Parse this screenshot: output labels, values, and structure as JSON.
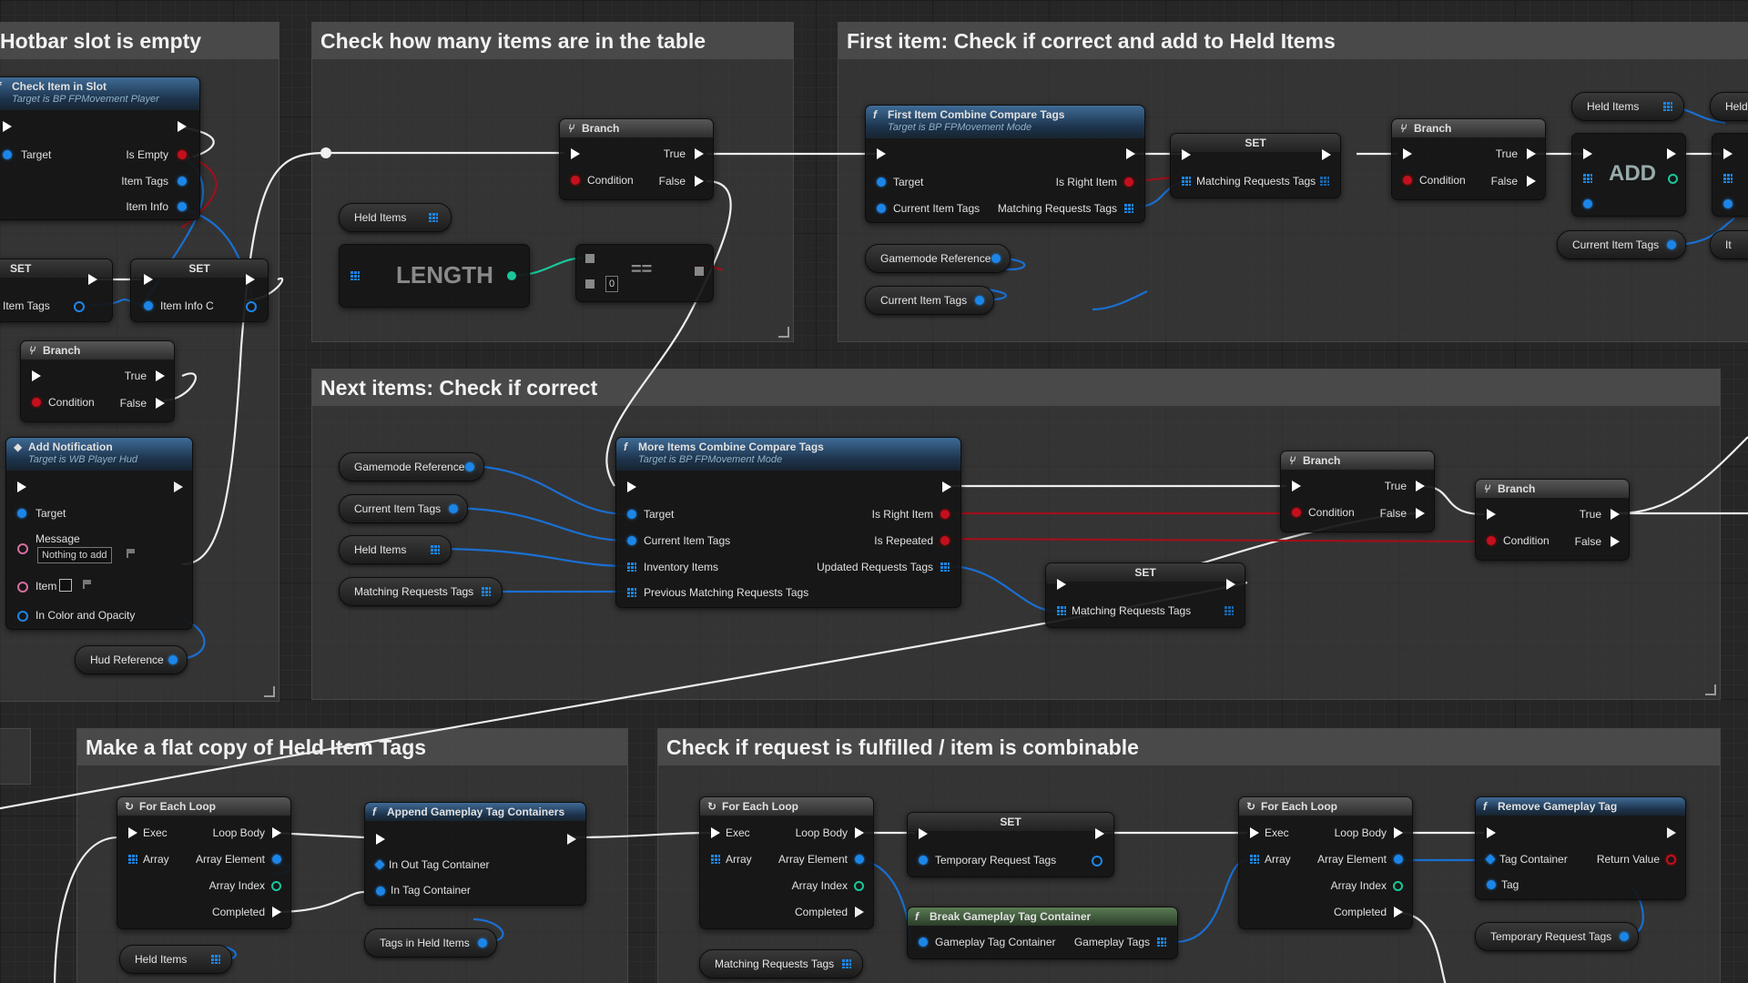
{
  "comments": {
    "hotbar": "Hotbar slot is empty",
    "count": "Check how many items are in the table",
    "first": "First item: Check if correct and add to Held Items",
    "next": "Next items: Check if correct",
    "flat": "Make a flat copy of Held Item Tags",
    "fulfilled": "Check if request is fulfilled / item is combinable"
  },
  "nodes": {
    "check_item_in_slot": {
      "title": "Check Item in Slot",
      "subtitle": "Target is BP FPMovement Player",
      "target": "Target",
      "is_empty": "Is Empty",
      "item_tags": "Item Tags",
      "item_info": "Item Info"
    },
    "set_a": {
      "title": "SET",
      "pin": "Item Tags"
    },
    "set_b": {
      "title": "SET",
      "pin": "Item Info C"
    },
    "branch_left": {
      "title": "Branch",
      "condition": "Condition",
      "true": "True",
      "false": "False"
    },
    "add_notification": {
      "title": "Add Notification",
      "subtitle": "Target is WB Player Hud",
      "target": "Target",
      "message": "Message",
      "message_value": "Nothing to add",
      "item": "Item",
      "color": "In Color and Opacity"
    },
    "hud_reference": "Hud Reference",
    "branch_top": {
      "title": "Branch",
      "condition": "Condition",
      "true": "True",
      "false": "False"
    },
    "held_items_var": "Held Items",
    "length": "LENGTH",
    "equals": {
      "op": "==",
      "value": "0"
    },
    "first_compare": {
      "title": "First Item Combine Compare Tags",
      "subtitle": "Target is BP FPMovement Mode",
      "target": "Target",
      "current_item_tags": "Current Item Tags",
      "is_right_item": "Is Right Item",
      "matching": "Matching Requests Tags"
    },
    "gamemode_ref_top": "Gamemode Reference",
    "current_item_tags_top": "Current Item Tags",
    "set_matching_top": {
      "title": "SET",
      "pin": "Matching Requests Tags"
    },
    "branch_top_right": {
      "title": "Branch",
      "condition": "Condition",
      "true": "True",
      "false": "False"
    },
    "add": {
      "op": "ADD"
    },
    "held_items_top_right": "Held Items",
    "held_cut": "Held",
    "current_item_tags_right": "Current Item Tags",
    "right_cut": "It",
    "more_compare": {
      "title": "More Items Combine Compare Tags",
      "subtitle": "Target is BP FPMovement Mode",
      "target": "Target",
      "current_item_tags": "Current Item Tags",
      "inventory_items": "Inventory Items",
      "prev_matching": "Previous Matching Requests Tags",
      "is_right_item": "Is Right Item",
      "is_repeated": "Is Repeated",
      "updated": "Updated Requests Tags"
    },
    "vars_next": [
      "Gamemode Reference",
      "Current Item Tags",
      "Held Items",
      "Matching Requests Tags"
    ],
    "set_matching_mid": {
      "title": "SET",
      "pin": "Matching Requests Tags"
    },
    "branch_mid1": {
      "title": "Branch",
      "condition": "Condition",
      "true": "True",
      "false": "False"
    },
    "branch_mid2": {
      "title": "Branch",
      "condition": "Condition",
      "true": "True",
      "false": "False"
    },
    "foreach1": {
      "title": "For Each Loop",
      "exec": "Exec",
      "array": "Array",
      "loop_body": "Loop Body",
      "element": "Array Element",
      "index": "Array Index",
      "completed": "Completed"
    },
    "held_items_bottom": "Held Items",
    "append": {
      "title": "Append Gameplay Tag Containers",
      "inout": "In Out Tag Container",
      "in": "In Tag Container"
    },
    "tags_in_held": "Tags in Held Items",
    "foreach2": {
      "title": "For Each Loop",
      "exec": "Exec",
      "array": "Array",
      "loop_body": "Loop Body",
      "element": "Array Element",
      "index": "Array Index",
      "completed": "Completed"
    },
    "matching_bottom": "Matching Requests Tags",
    "set_temp": {
      "title": "SET",
      "pin": "Temporary Request Tags"
    },
    "break_tag": {
      "title": "Break Gameplay Tag Container",
      "in": "Gameplay Tag Container",
      "out": "Gameplay Tags"
    },
    "foreach3": {
      "title": "For Each Loop",
      "exec": "Exec",
      "array": "Array",
      "loop_body": "Loop Body",
      "element": "Array Element",
      "index": "Array Index",
      "completed": "Completed"
    },
    "remove_tag": {
      "title": "Remove Gameplay Tag",
      "container": "Tag Container",
      "tag": "Tag",
      "ret": "Return Value"
    },
    "temp_request_var": "Temporary Request Tags"
  }
}
